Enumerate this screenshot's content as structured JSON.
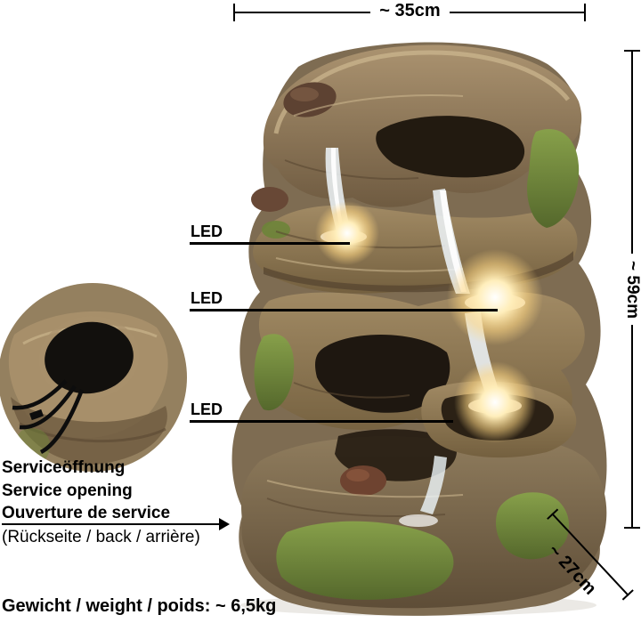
{
  "dimensions": {
    "width": "~ 35cm",
    "height": "~ 59cm",
    "depth": "~ 27cm"
  },
  "led": {
    "labels": [
      "LED",
      "LED",
      "LED"
    ]
  },
  "service_opening": {
    "de": "Serviceöffnung",
    "en": "Service opening",
    "fr": "Ouverture de service",
    "note": "(Rückseite / back / arrière)"
  },
  "weight": "Gewicht / weight / poids: ~ 6,5kg",
  "colors": {
    "annotation": "#000000",
    "background": "#ffffff",
    "wood": "#9a8767",
    "moss": "#6f8435",
    "stone": "#5d4232",
    "led_glow": "#ffd783"
  }
}
